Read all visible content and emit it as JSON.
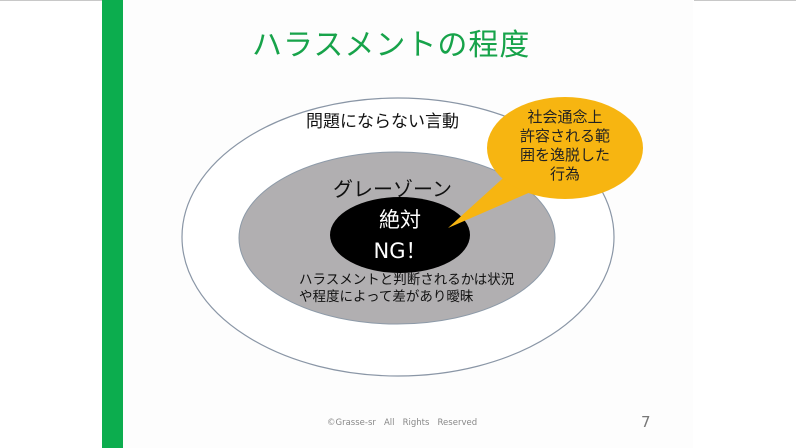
{
  "slide": {
    "title": "ハラスメントの程度",
    "page_number": "7",
    "footer": "©Grasse-sr   All   Rights   Reserved",
    "colors": {
      "accent_bar": "#0cad4e",
      "title": "#17a34a",
      "outer_ellipse_stroke": "#8a96a6",
      "gray_zone": "#b1afb1",
      "ng_zone": "#000000",
      "callout": "#f7b511"
    }
  },
  "diagram": {
    "outer_zone": {
      "label": "問題にならない言動"
    },
    "gray_zone": {
      "label": "グレーゾーン",
      "description_lines": [
        "ハラスメントと判断されるかは状況",
        "や程度によって差があり曖昧"
      ]
    },
    "ng_zone": {
      "line1": "絶対",
      "line2": "NG！"
    },
    "callout": {
      "lines": [
        "社会通念上",
        "許容される範",
        "囲を逸脱した",
        "行為"
      ]
    }
  }
}
